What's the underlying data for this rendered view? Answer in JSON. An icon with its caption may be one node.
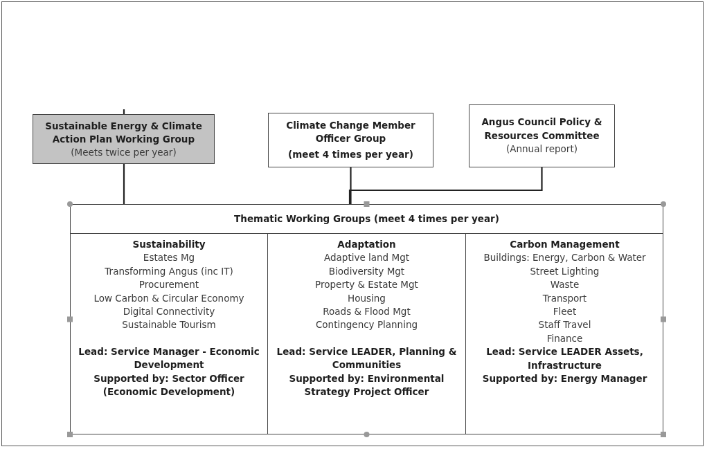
{
  "diagram": {
    "nodes": [
      {
        "text": [
          "Sustainable Energy & Climate Action Plan Working Group",
          "(Meets twice per year)"
        ]
      },
      {
        "text": [
          "Climate Change Member Officer Group",
          "(meet 4 times per year)"
        ]
      },
      {
        "text": [
          "Angus Council Policy & Resources Committee",
          "(Annual report)"
        ]
      },
      {
        "text": [
          "Thematic Working Groups (meet 4 times per year)"
        ]
      },
      {
        "text": [
          "Sustainability",
          "Estates Mg",
          "Transforming Angus (inc IT)",
          "Procurement",
          "Low Carbon & Circular Economy",
          "Digital Connectivity",
          "Sustainable Tourism",
          "Lead: Service Manager - Economic Development",
          "Supported by: Sector Officer (Economic Development)"
        ],
        "in": 3
      },
      {
        "text": [
          "Adaptation",
          "Adaptive land Mgt",
          "Biodiversity Mgt",
          "Property & Estate Mgt",
          "Housing",
          "Roads & Flood Mgt",
          "Contingency Planning",
          "Lead: Service LEADER, Planning & Communities",
          "Supported by: Environmental Strategy Project Officer"
        ],
        "in": 3
      },
      {
        "text": [
          "Carbon Management",
          "Buildings: Energy, Carbon & Water",
          "Street Lighting",
          "Waste",
          "Transport",
          "Fleet",
          "Staff Travel",
          "Finance",
          "Lead: Service LEADER Assets, Infrastructure",
          "Supported by: Energy Manager"
        ],
        "in": 3
      }
    ],
    "edges": [
      {
        "from": null,
        "to": 0,
        "arrow": "none"
      },
      {
        "from": 0,
        "to": 3,
        "arrow": "none"
      },
      {
        "from": 1,
        "to": 3,
        "arrow": "none"
      },
      {
        "from": 2,
        "to": 3,
        "arrow": "none"
      }
    ]
  }
}
